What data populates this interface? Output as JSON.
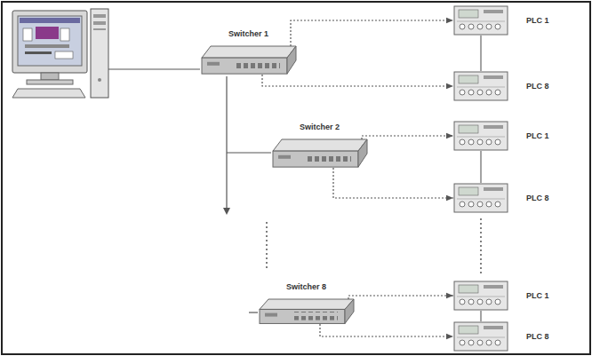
{
  "diagram": {
    "nodes": [
      {
        "text": [
          "Switcher 1"
        ]
      },
      {
        "text": [
          "PLC 1"
        ]
      },
      {
        "text": [
          "PLC 8"
        ]
      },
      {
        "text": [
          "Switcher 2"
        ]
      },
      {
        "text": [
          "PLC 1"
        ]
      },
      {
        "text": [
          "PLC 8"
        ]
      },
      {
        "text": [
          "Switcher 8"
        ]
      },
      {
        "text": [
          "PLC 1"
        ]
      },
      {
        "text": [
          "PLC 8"
        ]
      }
    ],
    "edges": [
      {
        "from": 0,
        "to": 1,
        "arrow": "to"
      },
      {
        "from": 0,
        "to": 2,
        "arrow": "to"
      },
      {
        "from": 1,
        "to": 2,
        "arrow": "none"
      },
      {
        "from": 3,
        "to": 4,
        "arrow": "to"
      },
      {
        "from": 3,
        "to": 5,
        "arrow": "to"
      },
      {
        "from": 4,
        "to": 5,
        "arrow": "none"
      },
      {
        "from": 6,
        "to": 7,
        "arrow": "to"
      },
      {
        "from": 6,
        "to": 8,
        "arrow": "to"
      },
      {
        "from": 7,
        "to": 8,
        "arrow": "none"
      }
    ]
  }
}
